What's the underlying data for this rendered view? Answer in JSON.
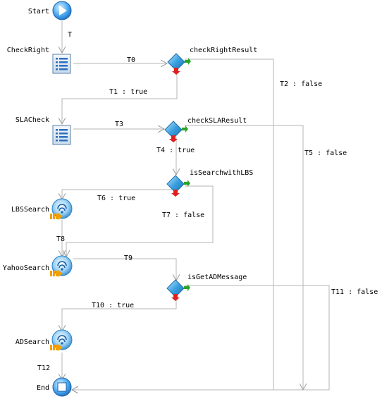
{
  "nodes": {
    "start": {
      "label": "Start",
      "type": "start"
    },
    "check_right": {
      "label": "CheckRight",
      "type": "task"
    },
    "check_right_result": {
      "label": "checkRightResult",
      "type": "decision"
    },
    "sla_check": {
      "label": "SLACheck",
      "type": "task"
    },
    "check_sla_result": {
      "label": "checkSLAResult",
      "type": "decision"
    },
    "is_search_with_lbs": {
      "label": "isSearchwithLBS",
      "type": "decision"
    },
    "lbs_search": {
      "label": "LBSSearch",
      "type": "service"
    },
    "yahoo_search": {
      "label": "YahooSearch",
      "type": "service"
    },
    "is_get_ad_message": {
      "label": "isGetADMessage",
      "type": "decision"
    },
    "ad_search": {
      "label": "ADSearch",
      "type": "service"
    },
    "end": {
      "label": "End",
      "type": "end"
    }
  },
  "transitions": {
    "t": "T",
    "t0": "T0",
    "t1": "T1 : true",
    "t2": "T2 : false",
    "t3": "T3",
    "t4": "T4 : true",
    "t5": "T5 : false",
    "t6": "T6 : true",
    "t7": "T7 : false",
    "t8": "T8",
    "t9": "T9",
    "t10": "T10 : true",
    "t11": "T11 : false",
    "t12": "T12"
  },
  "colors": {
    "edge": "#b4b4b4",
    "diamond": "#3aa0e0",
    "start_fill": "#2f8fe0",
    "red_arrow": "#e02020",
    "green_arrow": "#2aa52a",
    "orange_arrow": "#f0a000"
  }
}
